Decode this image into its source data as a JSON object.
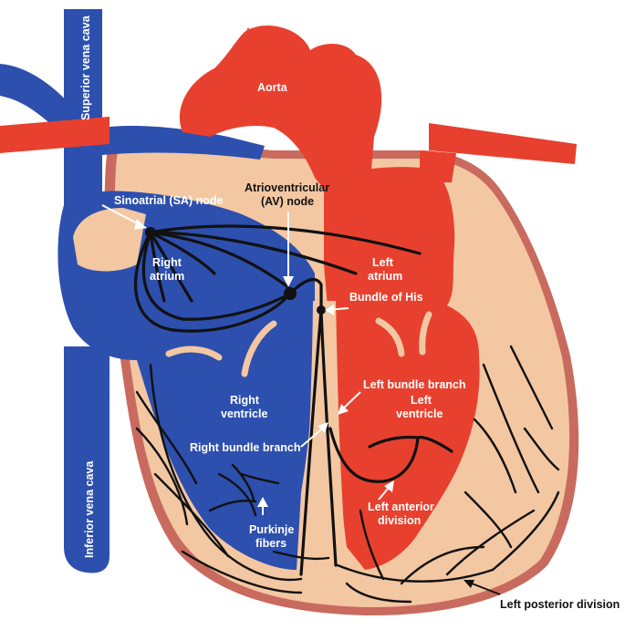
{
  "labels": {
    "superior_vena_cava": "Superior vena cava",
    "inferior_vena_cava": "Inferior vena cava",
    "aorta": "Aorta",
    "sa_node": "Sinoatrial (SA) node",
    "av_node_line1": "Atrioventricular",
    "av_node_line2": "(AV) node",
    "right_atrium_line1": "Right",
    "right_atrium_line2": "atrium",
    "left_atrium_line1": "Left",
    "left_atrium_line2": "atrium",
    "bundle_of_his": "Bundle of His",
    "right_ventricle_line1": "Right",
    "right_ventricle_line2": "ventricle",
    "left_bundle_branch": "Left bundle branch",
    "left_ventricle_line1": "Left",
    "left_ventricle_line2": "ventricle",
    "right_bundle_branch": "Right bundle branch",
    "left_anterior_division_line1": "Left anterior",
    "left_anterior_division_line2": "division",
    "purkinje_line1": "Purkinje",
    "purkinje_line2": "fibers",
    "left_posterior_division": "Left posterior division"
  },
  "colors": {
    "deoxygenated": "#2d4fae",
    "oxygenated": "#e8402e",
    "tissue": "#f3c7a2",
    "outline": "#c96a5e",
    "conduction": "#111111"
  }
}
